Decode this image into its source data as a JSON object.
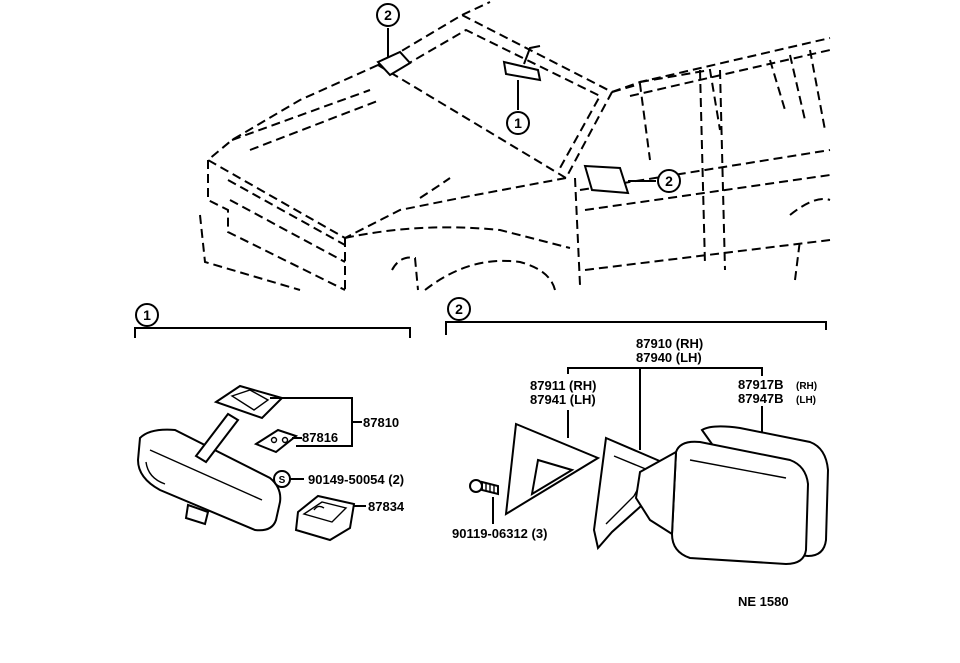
{
  "callouts": {
    "one": "1",
    "two": "2"
  },
  "inner_mirror": {
    "assembly": "87810",
    "stay": "87816",
    "screw": "90149-50054 (2)",
    "screw_mark": "S",
    "cover": "87834"
  },
  "outer_mirror": {
    "assy_rh": "87910 (RH)",
    "assy_lh": "87940 (LH)",
    "cover_rh": "87911 (RH)",
    "cover_lh": "87941 (LH)",
    "mirror_rh_num": "87917B",
    "mirror_rh_side": "(RH)",
    "mirror_lh_num": "87947B",
    "mirror_lh_side": "(LH)",
    "screw": "90119-06312 (3)"
  },
  "reference": "NE  1580"
}
